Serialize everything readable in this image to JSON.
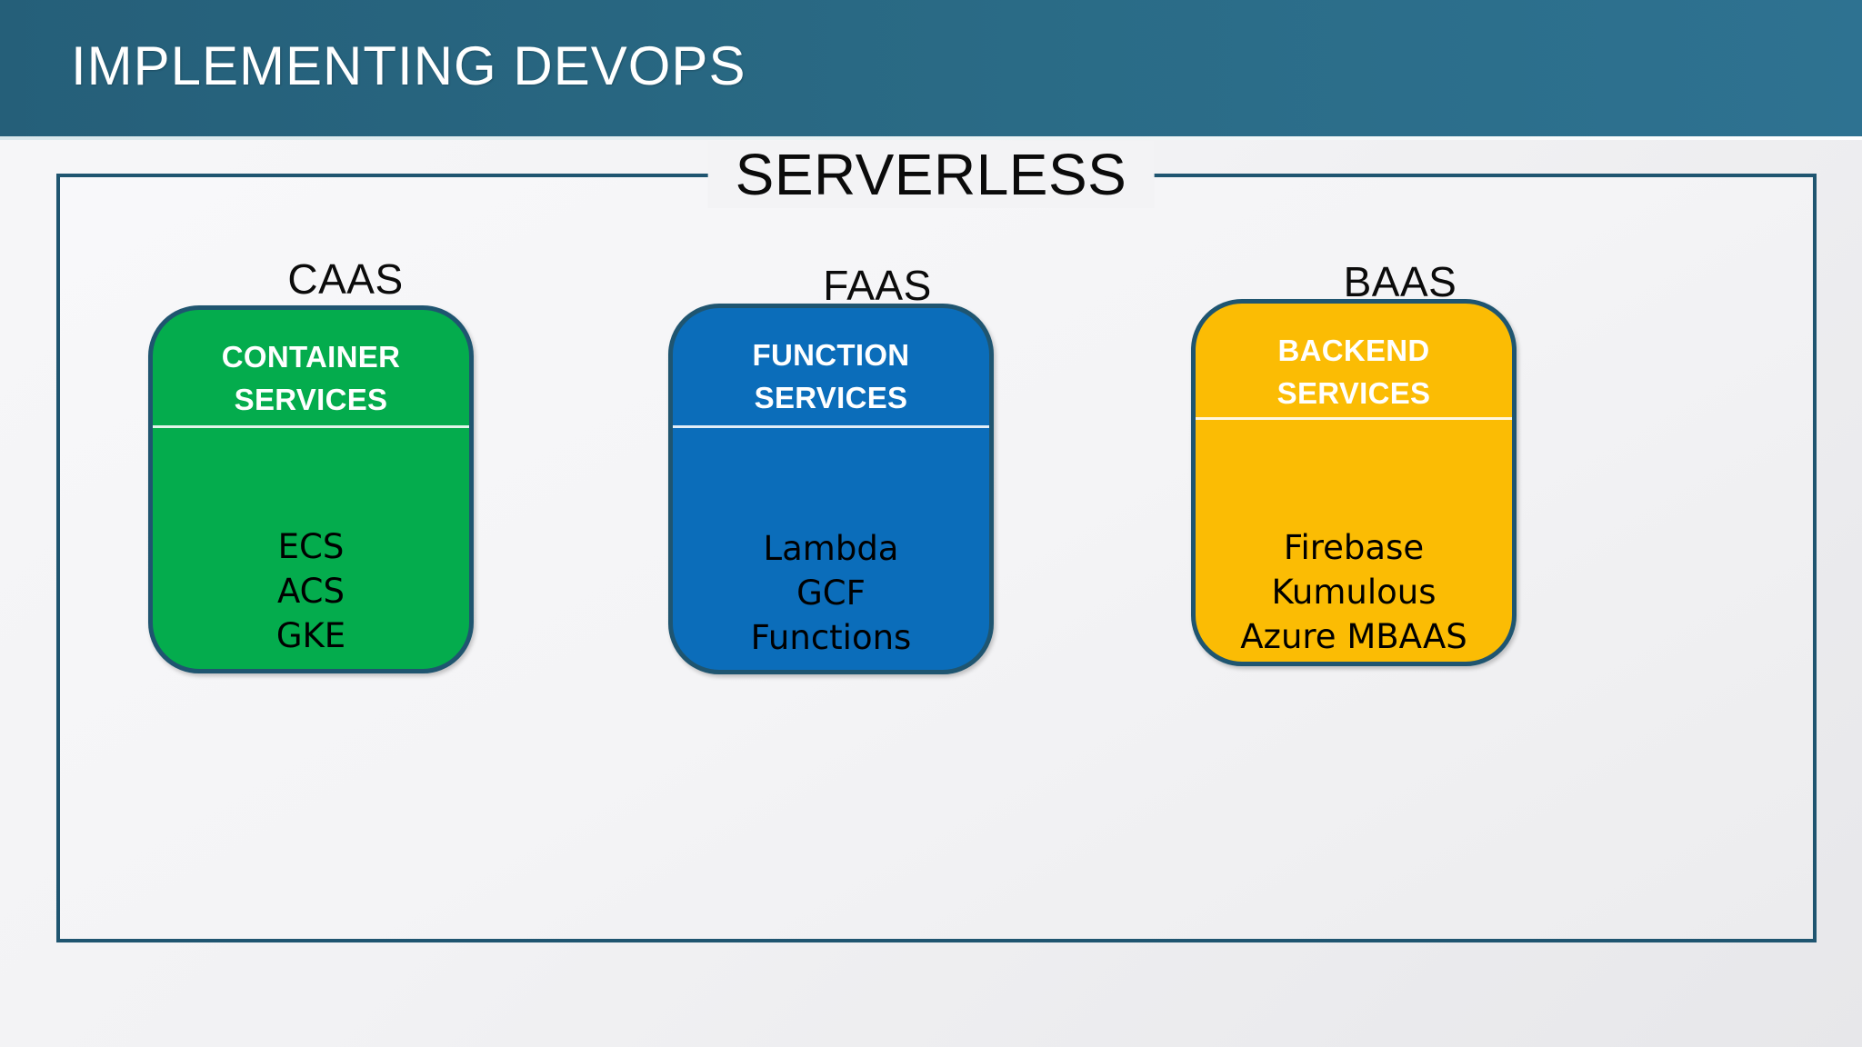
{
  "slide": {
    "title": "IMPLEMENTING DEVOPS",
    "frame_label": "SERVERLESS",
    "colors": {
      "title_bar": "#2a6b86",
      "frame_border": "#1f5570",
      "caas_card": "#04ac4d",
      "faas_card": "#0b6dba",
      "baas_card": "#fbbc04",
      "background": "#f2f2f4"
    }
  },
  "columns": [
    {
      "caption": "CAAS",
      "card_title_line1": "CONTAINER",
      "card_title_line2": "SERVICES",
      "items": [
        "ECS",
        "ACS",
        "GKE"
      ]
    },
    {
      "caption": "FAAS",
      "card_title_line1": "FUNCTION",
      "card_title_line2": "SERVICES",
      "items": [
        "Lambda",
        "GCF",
        "Functions"
      ]
    },
    {
      "caption": "BAAS",
      "card_title_line1": "BACKEND",
      "card_title_line2": "SERVICES",
      "items": [
        "Firebase",
        "Kumulous",
        "Azure MBAAS"
      ]
    }
  ]
}
